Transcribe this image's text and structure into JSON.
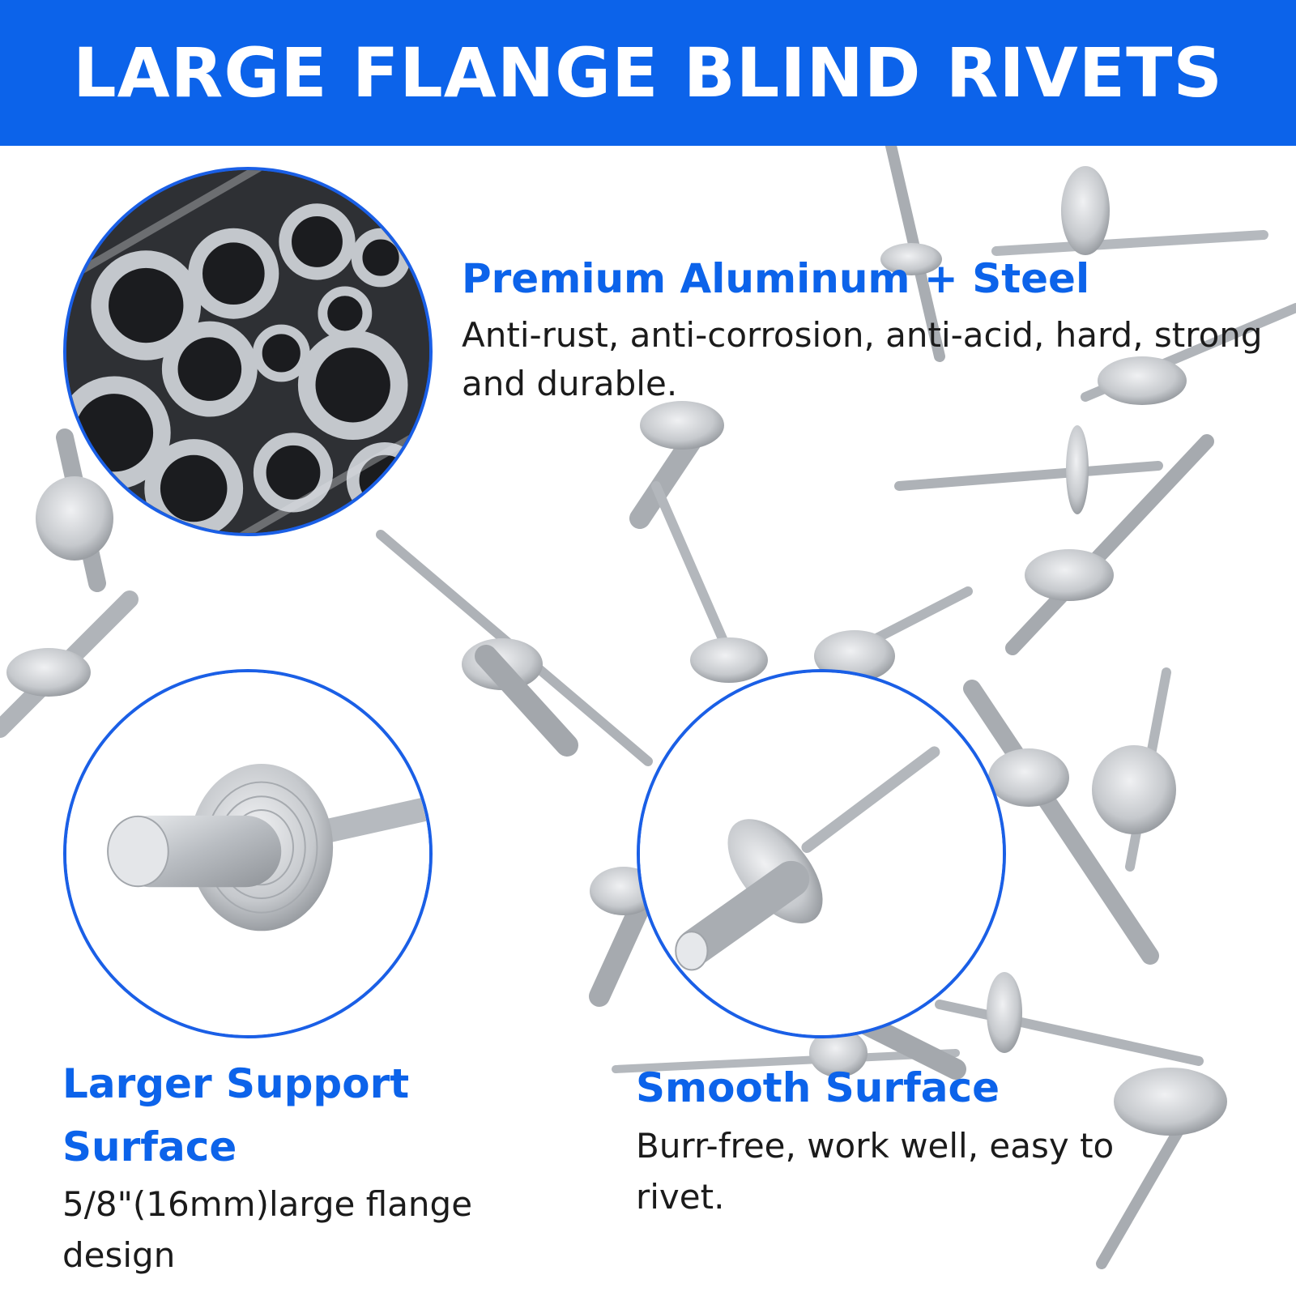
{
  "banner": {
    "title": "LARGE FLANGE BLIND RIVETS"
  },
  "features": [
    {
      "title": "Premium Aluminum + Steel",
      "description": "Anti-rust, anti-corrosion, anti-acid, hard, strong and durable."
    },
    {
      "title": "Larger Support Surface",
      "description": "5/8\"(16mm)large flange design"
    },
    {
      "title": "Smooth Surface",
      "description": "Burr-free, work well, easy to rivet."
    }
  ],
  "colors": {
    "accent": "#0c63ea",
    "circle_border": "#1a5fe6",
    "text": "#1b1b1b",
    "metal": "#c9ccd0"
  }
}
